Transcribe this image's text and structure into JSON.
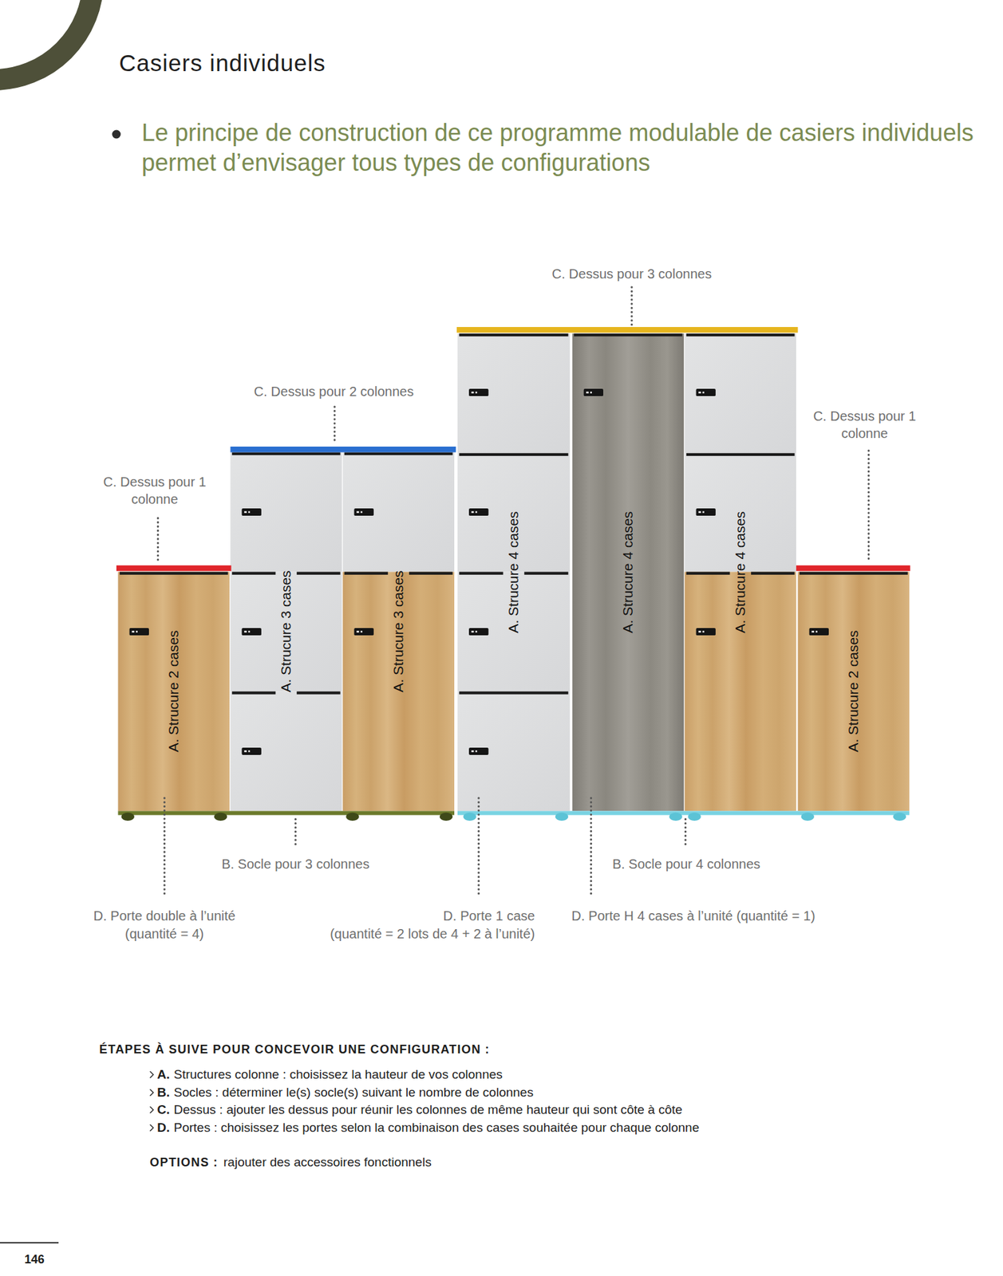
{
  "diagram": {
    "title": "Casiers individuels",
    "nodes": [
      {
        "text": [
          "A. Strucure 2 cases"
        ]
      },
      {
        "text": [
          "A. Strucure 3 cases"
        ]
      },
      {
        "text": [
          "A. Strucure 3 cases"
        ]
      },
      {
        "text": [
          "A. Strucure 4 cases"
        ]
      },
      {
        "text": [
          "A. Strucure 4 cases"
        ]
      },
      {
        "text": [
          "A. Strucure 4 cases"
        ]
      },
      {
        "text": [
          "A. Strucure 2 cases"
        ]
      }
    ],
    "labels": [
      "Le principe de construction de ce programme modulable de casiers individuels permet d’envisager tous types de configurations",
      "C. Dessus pour 3 colonnes",
      "C. Dessus pour 2 colonnes",
      "C. Dessus pour 1 colonne",
      "C. Dessus pour 1 colonne",
      "B. Socle pour 3 colonnes",
      "B. Socle pour 4 colonnes",
      "D. Porte double à l’unité",
      "(quantité = 4)",
      "D. Porte 1 case",
      "(quantité = 2 lots de 4 + 2 à l’unité)",
      "D. Porte H 4 cases à l’unité (quantité = 1)",
      "ÉTAPES À SUIVE POUR CONCEVOIR UNE CONFIGURATION :",
      "A.",
      "Structures colonne : choisissez la hauteur de vos colonnes",
      "B.",
      "Socles : déterminer le(s) socle(s) suivant le nombre de colonnes",
      "C.",
      "Dessus : ajouter les dessus pour réunir les colonnes de même hauteur qui sont côte à côte",
      "D.",
      "Portes : choisissez les portes selon la combinaison des cases souhaitée pour chaque colonne",
      "OPTIONS :",
      "rajouter des accessoires fonctionnels",
      "146"
    ]
  }
}
